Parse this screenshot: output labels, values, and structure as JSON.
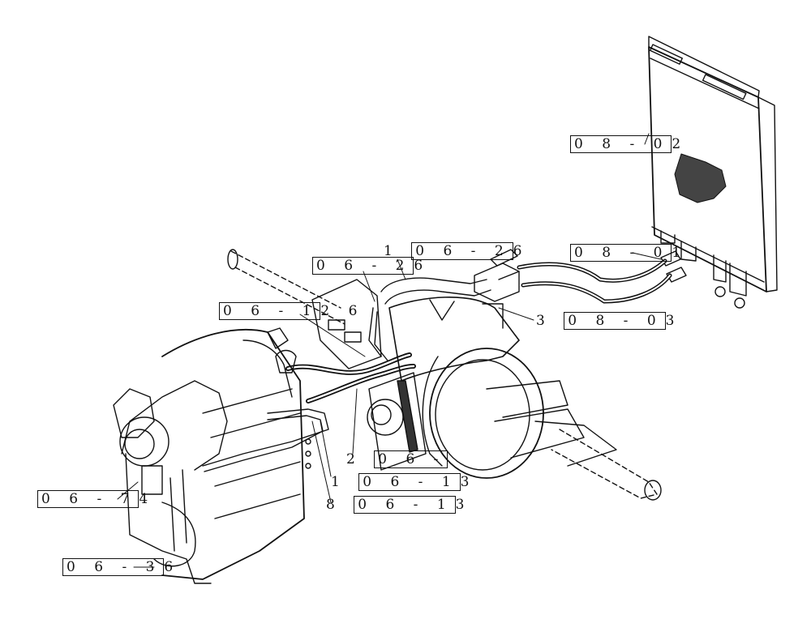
{
  "callouts": {
    "c1": {
      "box": "0 8 - 0",
      "suffix": "2"
    },
    "c2": {
      "box": "0 8 - 0",
      "suffix": "1"
    },
    "c3": {
      "num": "3",
      "box": "0 8 - 0",
      "suffix": "3"
    },
    "c4": {
      "num": "1",
      "box": "0 6 - 2",
      "suffix": "6"
    },
    "c5": {
      "box": "0 6 - 2",
      "suffix": "6"
    },
    "c6": {
      "box": "0 6 - 1",
      "suffix": "2 6"
    },
    "c7": {
      "num": "2",
      "box": "0 6 -"
    },
    "c8": {
      "num": "1",
      "box": "0 6 - 1",
      "suffix": "3"
    },
    "c9": {
      "num": "8",
      "box": "0 6 - 1",
      "suffix": "3"
    },
    "c10": {
      "box": "0 6 - 7",
      "suffix": "4"
    },
    "c11": {
      "box": "0 6 - 3",
      "suffix": "6"
    }
  }
}
